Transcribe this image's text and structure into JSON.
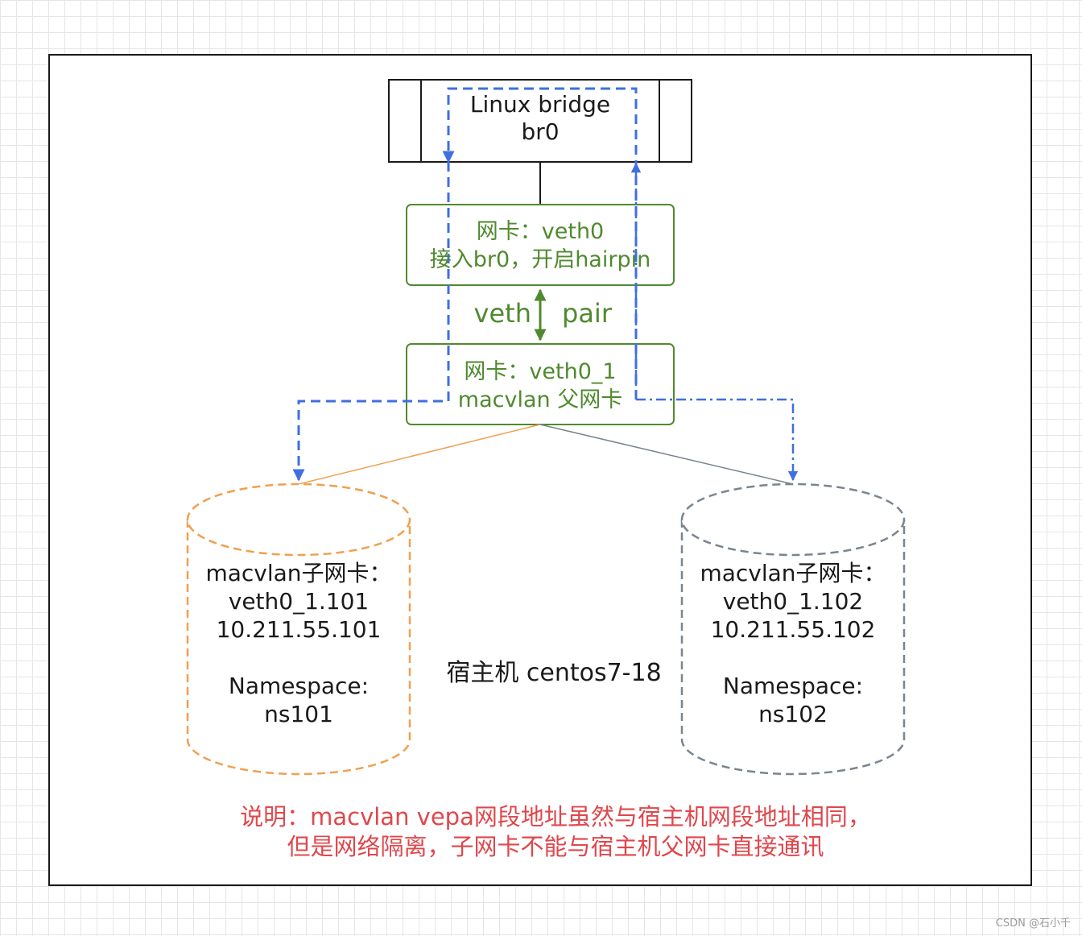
{
  "bridge": {
    "line1": "Linux bridge",
    "line2": "br0"
  },
  "veth0": {
    "line1": "网卡：veth0",
    "line2": "接入br0，开启hairpin"
  },
  "veth_pair": {
    "left": "veth",
    "right": "pair"
  },
  "veth0_1": {
    "line1": "网卡：veth0_1",
    "line2": "macvlan 父网卡"
  },
  "ns101": {
    "line1": "macvlan子网卡：",
    "line2": "veth0_1.101",
    "line3": "10.211.55.101",
    "line4": "Namespace:",
    "line5": "ns101"
  },
  "ns102": {
    "line1": "macvlan子网卡：",
    "line2": "veth0_1.102",
    "line3": "10.211.55.102",
    "line4": "Namespace:",
    "line5": "ns102"
  },
  "host": {
    "label": "宿主机 centos7-18"
  },
  "note": {
    "line1": "说明：macvlan vepa网段地址虽然与宿主机网段地址相同，",
    "line2": "但是网络隔离，子网卡不能与宿主机父网卡直接通讯"
  },
  "watermark": "CSDN @石小千",
  "colors": {
    "green": "#4f8a2e",
    "blue_flow": "#3f6fe0",
    "orange": "#f0a050",
    "gray": "#7a8590",
    "red_note": "#e0474c"
  }
}
